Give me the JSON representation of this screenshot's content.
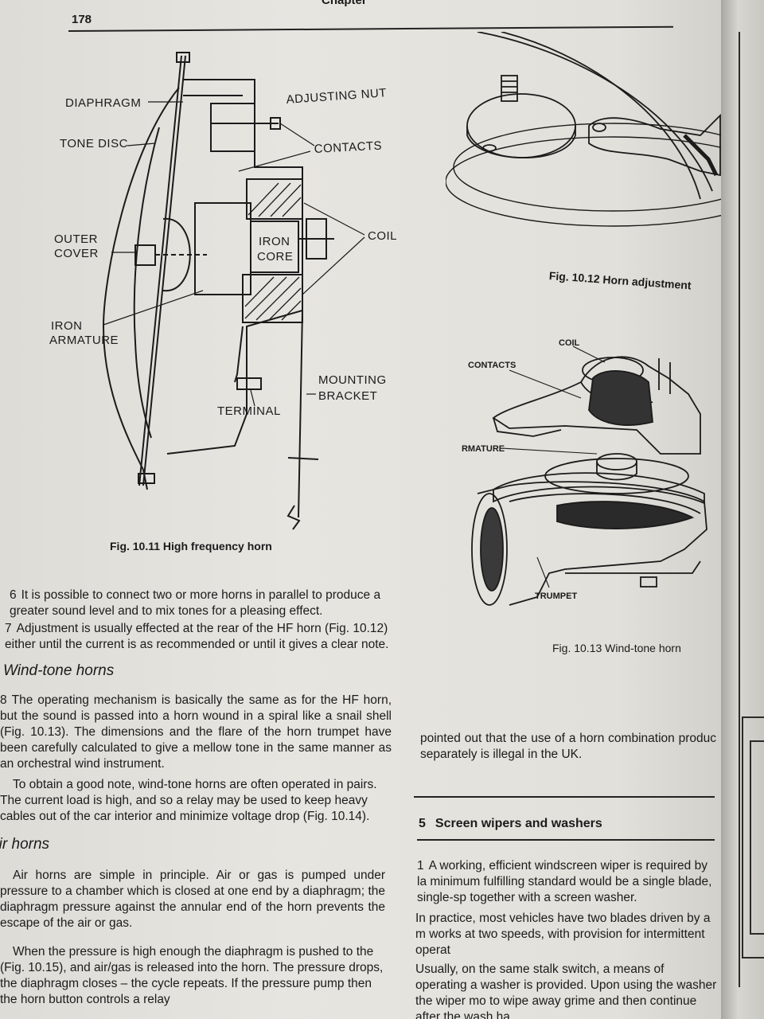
{
  "header": {
    "page_number": "178",
    "chapter_fragment": "Chapter"
  },
  "fig_10_11": {
    "caption": "Fig. 10.11 High frequency horn",
    "labels": {
      "diaphragm": "DIAPHRAGM",
      "adjusting_nut": "ADJUSTING NUT",
      "tone_disc": "TONE DISC",
      "contacts": "CONTACTS",
      "coil": "COIL",
      "outer_cover_1": "OUTER",
      "outer_cover_2": "COVER",
      "iron_core_1": "IRON",
      "iron_core_2": "CORE",
      "iron_armature_1": "IRON",
      "iron_armature_2": "ARMATURE",
      "mounting_bracket_1": "MOUNTING",
      "mounting_bracket_2": "BRACKET",
      "terminal": "TERMINAL"
    }
  },
  "fig_10_12": {
    "caption": "Fig. 10.12 Horn adjustment"
  },
  "fig_10_13": {
    "caption": "Fig. 10.13 Wind-tone horn",
    "labels": {
      "coil": "COIL",
      "contacts": "CONTACTS",
      "armature": "ARMATURE",
      "trumpet": "TRUMPET"
    }
  },
  "left_column": {
    "para_6": {
      "num": "6",
      "text": "It is possible to connect two or more horns in parallel to produce a greater sound level and to mix tones for a pleasing effect."
    },
    "para_7": {
      "num": "7",
      "text": "Adjustment is usually effected at the rear of the HF horn (Fig. 10.12) either until the current is as recommended or until it gives a clear note."
    },
    "heading_wind_tone": "Wind-tone horns",
    "para_8": {
      "num": "8",
      "text": "The operating mechanism is basically the same as for the HF horn, but the sound is passed into a horn wound in a spiral like a snail shell (Fig. 10.13). The dimensions and the flare of the horn trumpet have been carefully calculated to give a mellow tone in the same manner as an orchestral wind instrument."
    },
    "para_9": {
      "text": "To obtain a good note, wind-tone horns are often operated in pairs. The current load is high, and so a relay may be used to keep heavy cables out of the car interior and minimize voltage drop (Fig. 10.14)."
    },
    "heading_air_horns": "Air horns",
    "para_10": {
      "text": "Air horns are simple in principle. Air or gas is pumped under pressure to a chamber which is closed at one end by a diaphragm; the diaphragm pressure against the annular end of the horn prevents the escape of the air or gas."
    },
    "para_11": {
      "text": "When the pressure is high enough the diaphragm is pushed to the (Fig. 10.15), and air/gas is released into the horn. The pressure drops, the diaphragm closes – the cycle repeats. If the pressure pump then the horn button controls a relay"
    }
  },
  "right_column": {
    "para_cont": {
      "text": "pointed out that the use of a horn combination produc separately is illegal in the UK."
    },
    "section_5": {
      "num": "5",
      "title": "Screen wipers and washers"
    },
    "para_1": {
      "num": "1",
      "text": "A working, efficient windscreen wiper is required by la minimum fulfilling standard would be a single blade, single-sp together with a screen washer."
    },
    "para_2": {
      "text": "In practice, most vehicles have two blades driven by a m works at two speeds, with provision for intermittent operat"
    },
    "para_3": {
      "text": "Usually, on the same stalk switch, a means of operating a washer is provided. Upon using the washer the wiper mo to wipe away grime and then continue after the wash ha"
    }
  }
}
